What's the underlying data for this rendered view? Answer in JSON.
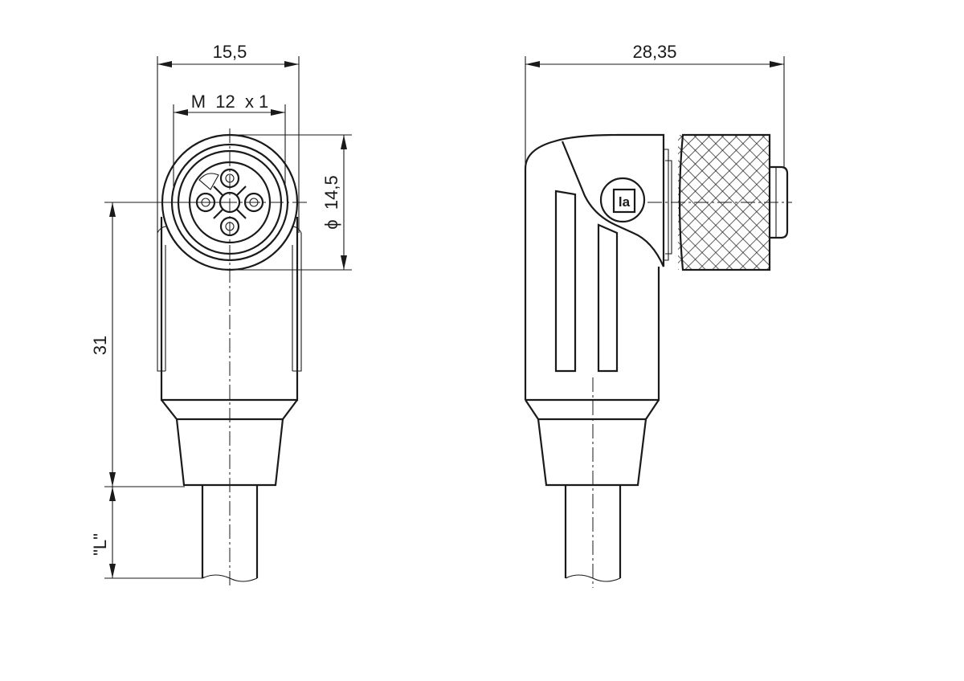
{
  "dimensions": {
    "width_front": "15,5",
    "thread": "M  12  x 1",
    "diameter": "ϕ  14,5",
    "height": "31",
    "cable_length": "\"L\"",
    "width_side": "28,35"
  },
  "logo": {
    "text": "la"
  }
}
